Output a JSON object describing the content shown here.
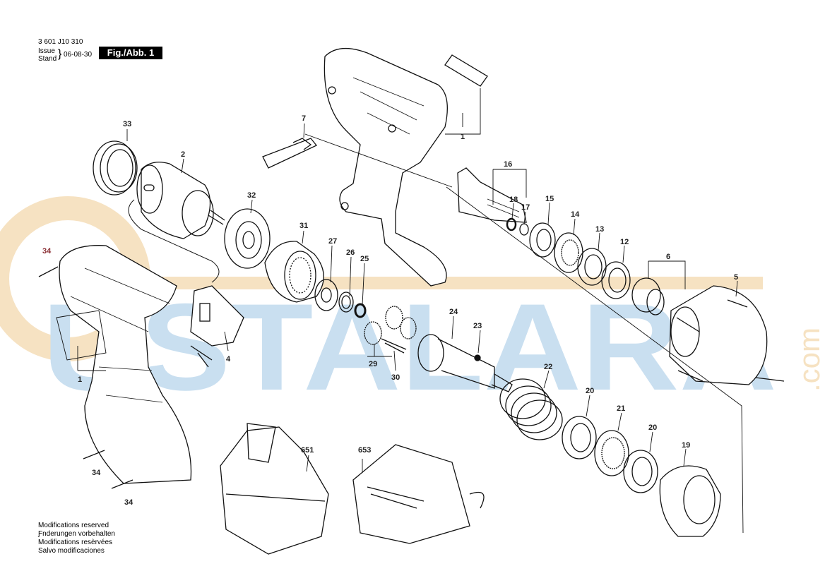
{
  "header": {
    "part_number": "3 601 J10 310",
    "issue_label": "Issue",
    "stand_label": "Stand",
    "date": "06-08-30",
    "figure": "Fig./Abb. 1"
  },
  "watermark": {
    "text": "USTALARA",
    "suffix": ".com",
    "colors": {
      "blue": "#c9dff0",
      "orange": "#f6e2c2"
    }
  },
  "callouts": {
    "c1_top": "1",
    "c1_left": "1",
    "c2": "2",
    "c4": "4",
    "c5": "5",
    "c6": "6",
    "c7": "7",
    "c12": "12",
    "c13": "13",
    "c14": "14",
    "c15": "15",
    "c16": "16",
    "c17": "17",
    "c18": "18",
    "c19": "19",
    "c20a": "20",
    "c20b": "20",
    "c21": "21",
    "c22": "22",
    "c23": "23",
    "c24": "24",
    "c25": "25",
    "c26": "26",
    "c27": "27",
    "c29": "29",
    "c30": "30",
    "c31": "31",
    "c32": "32",
    "c33": "33",
    "c34a": "34",
    "c34b": "34",
    "c34c": "34",
    "c651": "651",
    "c653": "653"
  },
  "footer": {
    "line1": "Modifications reserved",
    "line2": "Ƒnderungen vorbehalten",
    "line3": "Modifications resèrvées",
    "line4": "Salvo modificaciones"
  }
}
